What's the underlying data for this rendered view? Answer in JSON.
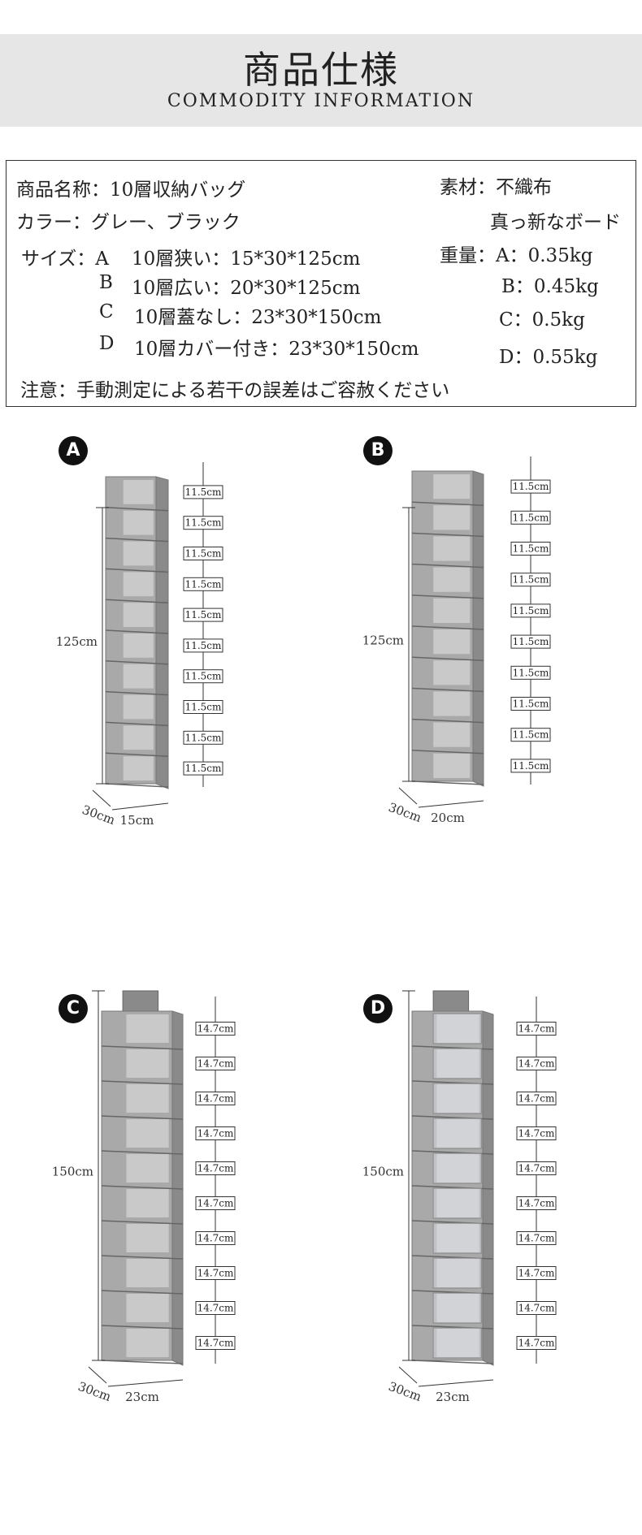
{
  "header": {
    "title_ja": "商品仕様",
    "title_en": "COMMODITY INFORMATION"
  },
  "specs": {
    "name": "商品名称：10層収納バッグ",
    "material": "素材：不織布",
    "color": "カラー：グレー、ブラック",
    "board": "真っ新なボード",
    "size_label": "サイズ：A",
    "size_a": "10層狭い：15*30*125cm",
    "size_b_letter": "B",
    "size_b": "10層広い：20*30*125cm",
    "size_c_letter": "C",
    "size_c": "10層蓋なし：23*30*150cm",
    "size_d_letter": "D",
    "size_d": "10層カバー付き：23*30*150cm",
    "weight_a": "重量：A：0.35kg",
    "weight_b": "B：0.45kg",
    "weight_c": "C：0.5kg",
    "weight_d": "D：0.55kg",
    "note": "注意：手動測定による若干の誤差はご容赦ください"
  },
  "products": [
    {
      "badge": "A",
      "height": "125cm",
      "depth": "30cm",
      "width": "15cm",
      "shelf_height": "11.5cm",
      "shelves": 10,
      "cover": false
    },
    {
      "badge": "B",
      "height": "125cm",
      "depth": "30cm",
      "width": "20cm",
      "shelf_height": "11.5cm",
      "shelves": 10,
      "cover": false
    },
    {
      "badge": "C",
      "height": "150cm",
      "depth": "30cm",
      "width": "23cm",
      "shelf_height": "14.7cm",
      "shelves": 10,
      "cover": false
    },
    {
      "badge": "D",
      "height": "150cm",
      "depth": "30cm",
      "width": "23cm",
      "shelf_height": "14.7cm",
      "shelves": 10,
      "cover": true
    }
  ],
  "colors": {
    "banner_bg": "#e6e6e6",
    "fabric": "#a9a9a9",
    "fabric_light": "#c9c9c9",
    "fabric_dark": "#8a8a8a"
  }
}
